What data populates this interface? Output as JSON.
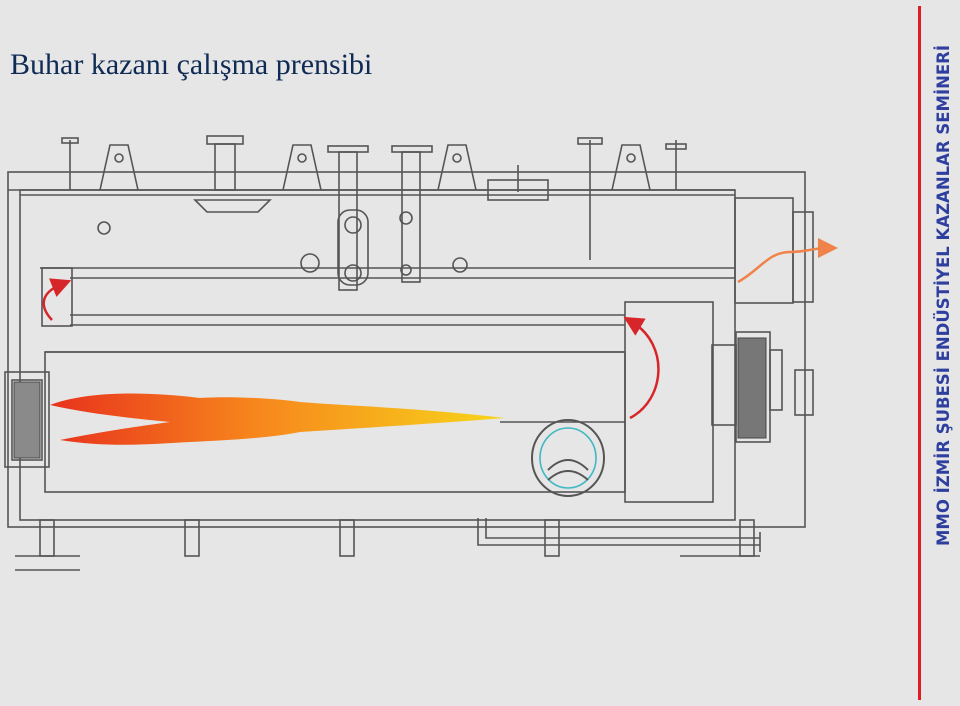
{
  "slide": {
    "title": "Buhar kazanı çalışma prensibi",
    "side_banner": "MMO İZMİR ŞUBESİ ENDÜSTİYEL KAZANLAR SEMİNERİ"
  },
  "colors": {
    "background": "#e6e6e6",
    "title_text": "#0f2a55",
    "banner_text": "#2e3fa0",
    "rule_red": "#e11b22",
    "line_art": "#555555",
    "flow_arrow_red": "#d7262a",
    "steam_arrow_orange": "#f0834a",
    "flame_red": "#e8321d",
    "flame_orange": "#f7861c",
    "flame_yellow": "#f7d51c",
    "burner_cyan": "#3fb8c4"
  },
  "icons": [
    "flame",
    "flow-arrow",
    "steam-outlet-arrow",
    "burner-window"
  ]
}
